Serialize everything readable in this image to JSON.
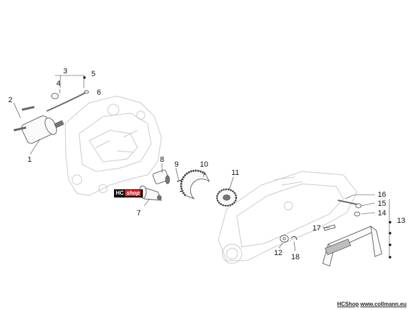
{
  "callouts": {
    "c1": "1",
    "c2": "2",
    "c3": "3",
    "c4": "4",
    "c5": "5",
    "c6": "6",
    "c7": "7",
    "c8": "8",
    "c9": "9",
    "c10": "10",
    "c11": "11",
    "c12": "12",
    "c13": "13",
    "c14": "14",
    "c15": "15",
    "c16": "16",
    "c17": "17",
    "c18": "18"
  },
  "badge": {
    "hc": "HC",
    "shop": "shop"
  },
  "footer": {
    "brand": "HCShop",
    "url": "www.collmann.eu"
  },
  "colors": {
    "badge_bg": "#111111",
    "badge_accent": "#e32222",
    "line_art": "#c9c9c9"
  }
}
